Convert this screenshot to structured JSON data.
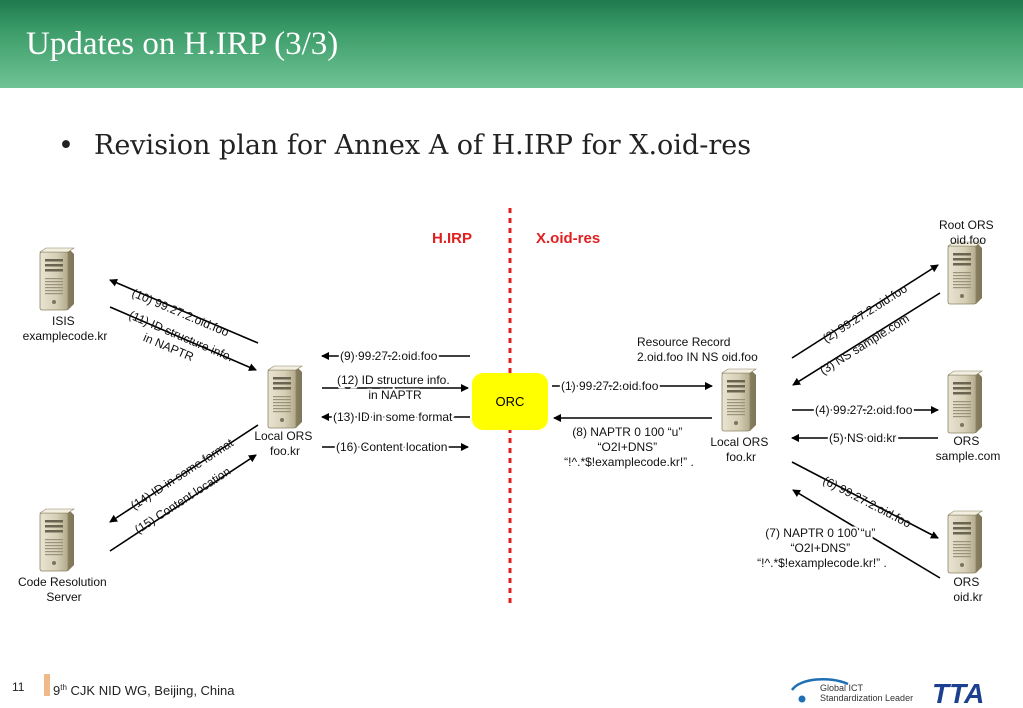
{
  "slide": {
    "title": "Updates on H.IRP (3/3)",
    "bullet": "Revision plan for Annex A of H.IRP for X.oid-res",
    "page_number": "11",
    "footer_ordinal": "9",
    "footer_sup": "th",
    "footer_rest": " CJK NID WG, Beijing, China",
    "logo_line1": "Global ICT",
    "logo_line2": "Standardization Leader",
    "logo_mark": "TTA"
  },
  "diagram": {
    "section_left": "H.IRP",
    "section_right": "X.oid-res",
    "nodes": {
      "isis": [
        "ISIS",
        "examplecode.kr"
      ],
      "code_res": [
        "Code Resolution",
        "Server"
      ],
      "local_left": [
        "Local ORS",
        "foo.kr"
      ],
      "orc": "ORC",
      "local_right": [
        "Local ORS",
        "foo.kr"
      ],
      "root": [
        "Root ORS",
        "oid.foo"
      ],
      "sample": [
        "ORS",
        "sample.com"
      ],
      "oidkr": [
        "ORS",
        "oid.kr"
      ]
    },
    "resource_record": [
      "Resource Record",
      "2.oid.foo IN NS oid.foo"
    ],
    "labels": {
      "m1": "(1) 99.27.2.oid.foo",
      "m2": "(2) 99.27.2.oid.foo",
      "m3": "(3) NS sample.com",
      "m4": "(4) 99.27.2.oid.foo",
      "m5": "(5) NS oid.kr",
      "m6": "(6) 99.27.2.oid.foo",
      "m7": [
        "(7) NAPTR 0 100 “u”",
        "“O2I+DNS”",
        "“!^.*$!examplecode.kr!” ."
      ],
      "m8": [
        "(8) NAPTR 0 100 “u”",
        "“O2I+DNS”",
        "“!^.*$!examplecode.kr!” ."
      ],
      "m9": "(9) 99.27.2.oid.foo",
      "m10": "(10) 99.27.2.oid.foo",
      "m11": [
        "(11) ID structure info.",
        "in NAPTR"
      ],
      "m12": [
        "(12) ID structure info.",
        "in NAPTR"
      ],
      "m13": "(13) ID in some format",
      "m14": "(14) ID in some format",
      "m15": "(15) Content location",
      "m16": "(16) Content location"
    }
  }
}
